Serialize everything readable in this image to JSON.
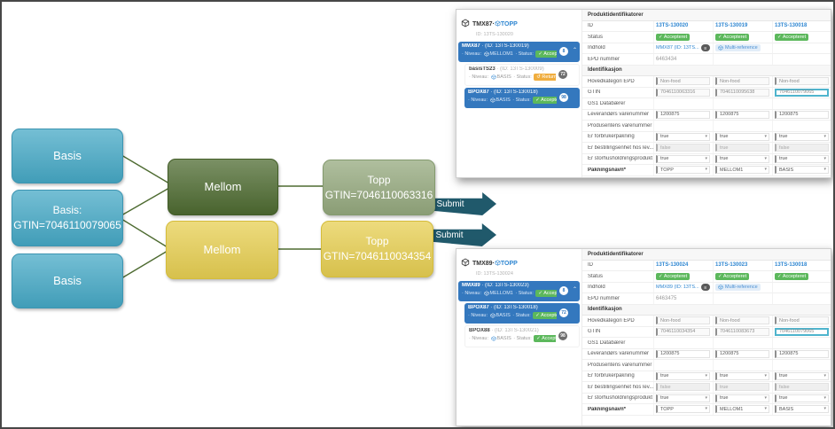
{
  "diagram": {
    "colors": {
      "teal": "#46a9c6",
      "teal_border": "#3c95b2",
      "green": "#4e6b31",
      "green_border": "#415c26",
      "yellow": "#e7cf52",
      "yellow_border": "#d4bc3a",
      "olive": "#95a97e",
      "olive_border": "#849a6e",
      "arrow": "#20596b",
      "line": "#4e6b31"
    },
    "nodes": [
      {
        "key": "basis-top",
        "style": "teal",
        "lines": [
          "Basis"
        ]
      },
      {
        "key": "basis-middle",
        "style": "teal",
        "lines": [
          "Basis:",
          "GTIN=7046110079065"
        ]
      },
      {
        "key": "basis-bottom",
        "style": "teal",
        "lines": [
          "Basis"
        ]
      },
      {
        "key": "mellom-green",
        "style": "green",
        "lines": [
          "Mellom"
        ]
      },
      {
        "key": "mellom-yellow",
        "style": "yellow",
        "lines": [
          "Mellom"
        ]
      },
      {
        "key": "topp-olive",
        "style": "olive",
        "lines": [
          "Topp",
          "GTIN=7046110063316"
        ]
      },
      {
        "key": "topp-yellow",
        "style": "yellow",
        "lines": [
          "Topp",
          "GTIN=7046110034354"
        ]
      }
    ],
    "arrows": [
      {
        "key": "submit-top",
        "label": "Submit"
      },
      {
        "key": "submit-bottom",
        "label": "Submit"
      }
    ]
  },
  "windows": [
    {
      "key": "top",
      "header": {
        "title": "TMX87·",
        "level": "TOPP",
        "subtitle": "ID: 13TS-130020"
      },
      "sidebar": [
        {
          "name": "MMX87",
          "id": "(ID: 13TS-130019)",
          "niveau_label": "Niveau:",
          "niveau": "MELLOM1",
          "status_label": "Status:",
          "status": "Accepteret",
          "status_kind": "ok",
          "selected": true,
          "badge": "8",
          "expanded": true,
          "indent": 0
        },
        {
          "name": "basisTS23",
          "id": "(ID: 13TS-130009)",
          "niveau_label": "Niveau:",
          "niveau": "BASIS",
          "status_label": "Status:",
          "status": "Returneret",
          "status_kind": "warn",
          "selected": false,
          "badge": "72",
          "expanded": false,
          "indent": 1
        },
        {
          "name": "BPOX87",
          "id": "(ID: 13TS-130018)",
          "niveau_label": "Niveau:",
          "niveau": "BASIS",
          "status_label": "Status:",
          "status": "Accepteret",
          "status_kind": "ok",
          "selected": true,
          "badge": "98",
          "expanded": false,
          "indent": 1
        }
      ],
      "table": {
        "sections": {
          "produkt": "Produktidentifikatorer",
          "ident": "Identifikasjon"
        },
        "labels": {
          "id": "ID",
          "status": "Status",
          "indhold": "Indhold",
          "epd": "EPD nummer",
          "hovedkategori": "Hovedkategori EPD",
          "gtin": "GTIN",
          "gs1": "GS1 Databærer",
          "lev": "Leverandørs varenummer",
          "prod": "Produsentens varenummer",
          "forbruker": "Er forbrukerpakning",
          "bestilling": "Er bestillingsenhet hos lev...",
          "storhus": "Er storhusholdningsprodukt",
          "pakning": "Pakningsnavn*"
        },
        "ids": [
          "13TS-130020",
          "13TS-130019",
          "13TS-130018"
        ],
        "statuses": [
          "Accepteret",
          "Accepteret",
          "Accepteret"
        ],
        "indhold": {
          "link": "MMX87 (ID: 13TS...",
          "link_badge": "8",
          "chip": "Multi-reference"
        },
        "epd_nummer": "6463434",
        "hovedkategori": [
          "Non-food",
          "Non-food",
          "Non-food"
        ],
        "gtin": [
          "7046110063316",
          "7046110095638",
          "7046110079065"
        ],
        "gtin_highlight": 2,
        "lev": [
          "1200875",
          "1200875",
          "1200875"
        ],
        "forbruker": [
          "true",
          "true",
          "true"
        ],
        "bestilling": [
          "false",
          "true",
          "false"
        ],
        "storhus": [
          "true",
          "true",
          "true"
        ],
        "pakning": [
          "TOPP",
          "MELLOM1",
          "BASIS"
        ]
      }
    },
    {
      "key": "bottom",
      "header": {
        "title": "TMX89·",
        "level": "TOPP",
        "subtitle": "ID: 13TS-130024"
      },
      "sidebar": [
        {
          "name": "MMX89",
          "id": "(ID: 13TS-130023)",
          "niveau_label": "Niveau:",
          "niveau": "MELLOM1",
          "status_label": "Status:",
          "status": "Accepteret",
          "status_kind": "ok",
          "selected": true,
          "badge": "8",
          "expanded": true,
          "indent": 0
        },
        {
          "name": "BPOX87",
          "id": "(ID: 13TS-130018)",
          "niveau_label": "Niveau:",
          "niveau": "BASIS",
          "status_label": "Status:",
          "status": "Accepteret",
          "status_kind": "ok",
          "selected": true,
          "badge": "72",
          "expanded": false,
          "indent": 1
        },
        {
          "name": "BPOX88",
          "id": "(ID: 13TS-130021)",
          "niveau_label": "Niveau:",
          "niveau": "BASIS",
          "status_label": "Status:",
          "status": "Accepteret",
          "status_kind": "ok",
          "selected": false,
          "badge": "98",
          "expanded": false,
          "indent": 1
        }
      ],
      "table": {
        "sections": {
          "produkt": "Produktidentifikatorer",
          "ident": "Identifikasjon"
        },
        "labels": {
          "id": "ID",
          "status": "Status",
          "indhold": "Indhold",
          "epd": "EPD nummer",
          "hovedkategori": "Hovedkategori EPD",
          "gtin": "GTIN",
          "gs1": "GS1 Databærer",
          "lev": "Leverandørs varenummer",
          "prod": "Produsentens varenummer",
          "forbruker": "Er forbrukerpakning",
          "bestilling": "Er bestillingsenhet hos lev...",
          "storhus": "Er storhusholdningsprodukt",
          "pakning": "Pakningsnavn*"
        },
        "ids": [
          "13TS-130024",
          "13TS-130023",
          "13TS-130018"
        ],
        "statuses": [
          "Accepteret",
          "Accepteret",
          "Accepteret"
        ],
        "indhold": {
          "link": "MMX89 (ID: 13TS...",
          "link_badge": "8",
          "chip": "Multi-reference"
        },
        "epd_nummer": "6463475",
        "hovedkategori": [
          "Non-food",
          "Non-food",
          "Non-food"
        ],
        "gtin": [
          "7046110034354",
          "7046110083673",
          "7046110079065"
        ],
        "gtin_highlight": 2,
        "lev": [
          "1200875",
          "1200875",
          "1200875"
        ],
        "forbruker": [
          "true",
          "true",
          "true"
        ],
        "bestilling": [
          "false",
          "true",
          "false"
        ],
        "storhus": [
          "true",
          "true",
          "true"
        ],
        "pakning": [
          "TOPP",
          "MELLOM1",
          "BASIS"
        ]
      }
    }
  ]
}
